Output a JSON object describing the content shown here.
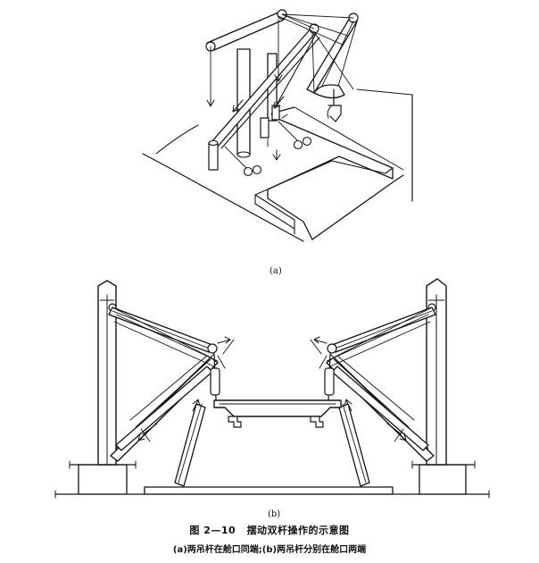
{
  "panels": {
    "a": {
      "label": "(a)"
    },
    "b": {
      "label": "(b)"
    }
  },
  "caption": {
    "figure_number": "图 2—10",
    "title": "摆动双杆操作的示意图",
    "subtitle": "(a)两吊杆在舱口同端;(b)两吊杆分别在舱口两端"
  }
}
